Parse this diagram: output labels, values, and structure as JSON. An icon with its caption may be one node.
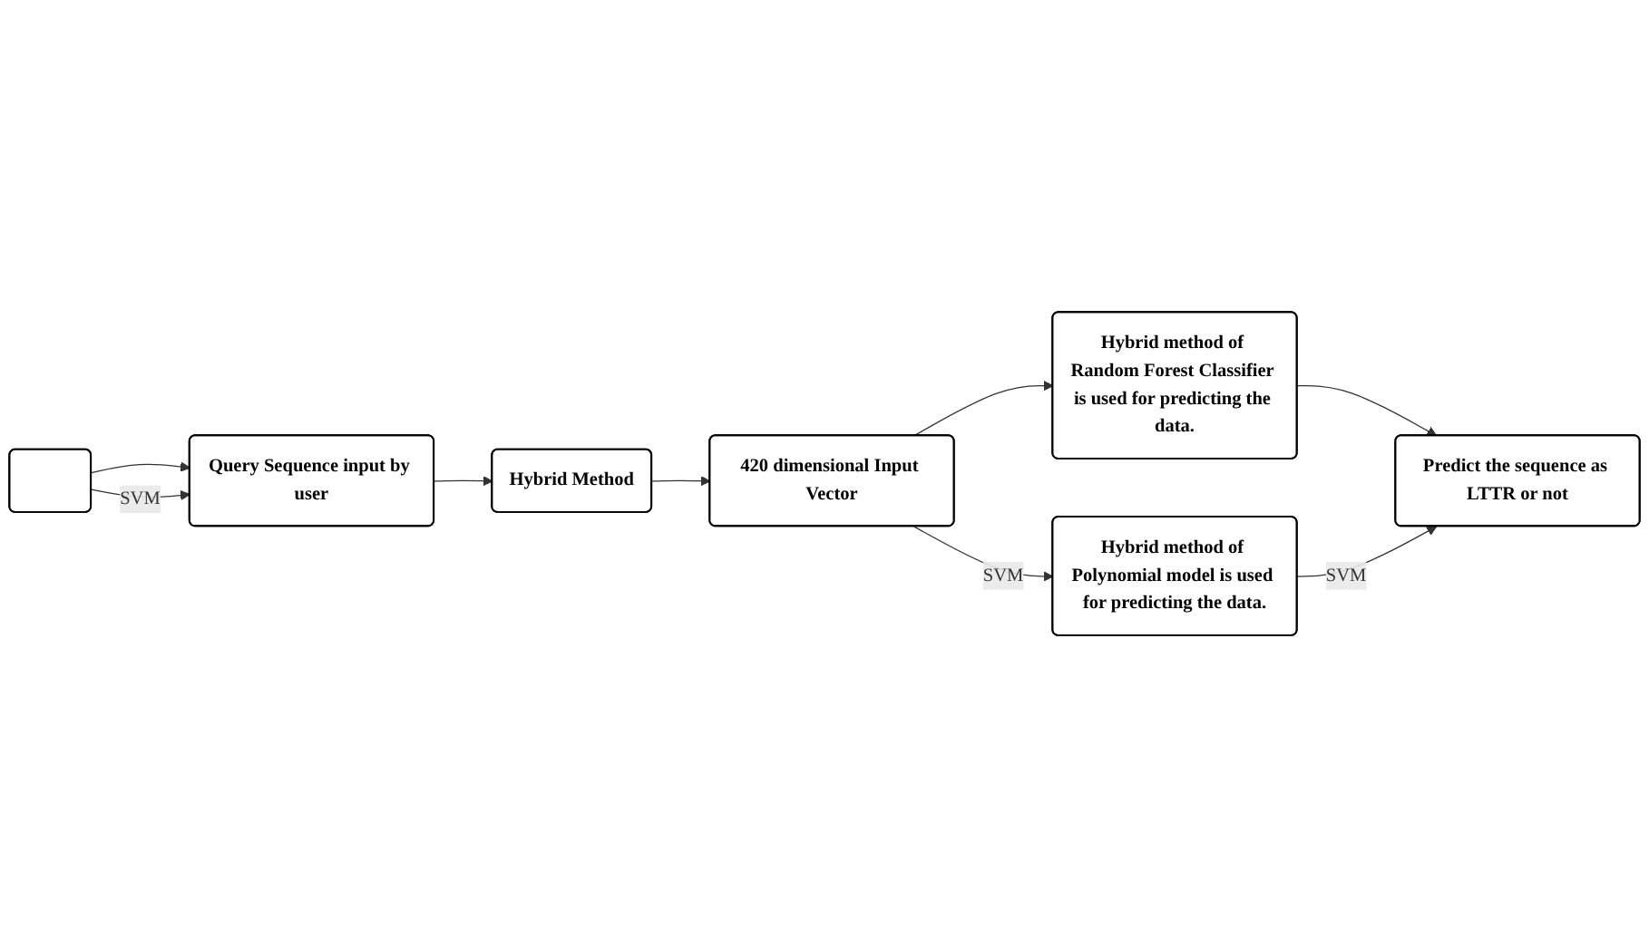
{
  "diagram": {
    "nodes": [
      {
        "text": [],
        "shape": "box"
      },
      {
        "text": [
          "Query Sequence input by user"
        ]
      },
      {
        "text": [
          "Hybrid Method"
        ]
      },
      {
        "text": [
          "420 dimensional Input Vector"
        ]
      },
      {
        "text": [
          "Hybrid method of Random Forest Classifier is used for predicting the data."
        ]
      },
      {
        "text": [
          "Hybrid method of Polynomial model is used for predicting the data."
        ]
      },
      {
        "text": [
          "Predict the sequence as LTTR or not"
        ]
      }
    ],
    "edges": [
      {
        "from": 0,
        "to": 1,
        "arrow": "to"
      },
      {
        "from": 0,
        "to": 1,
        "arrow": "to",
        "label": "SVM"
      },
      {
        "from": 1,
        "to": 2,
        "arrow": "to"
      },
      {
        "from": 2,
        "to": 3,
        "arrow": "to"
      },
      {
        "from": 3,
        "to": 4,
        "arrow": "to"
      },
      {
        "from": 3,
        "to": 5,
        "arrow": "to",
        "label": "SVM"
      },
      {
        "from": 4,
        "to": 6,
        "arrow": "to"
      },
      {
        "from": 5,
        "to": 6,
        "arrow": "to",
        "label": "SVM"
      }
    ]
  }
}
